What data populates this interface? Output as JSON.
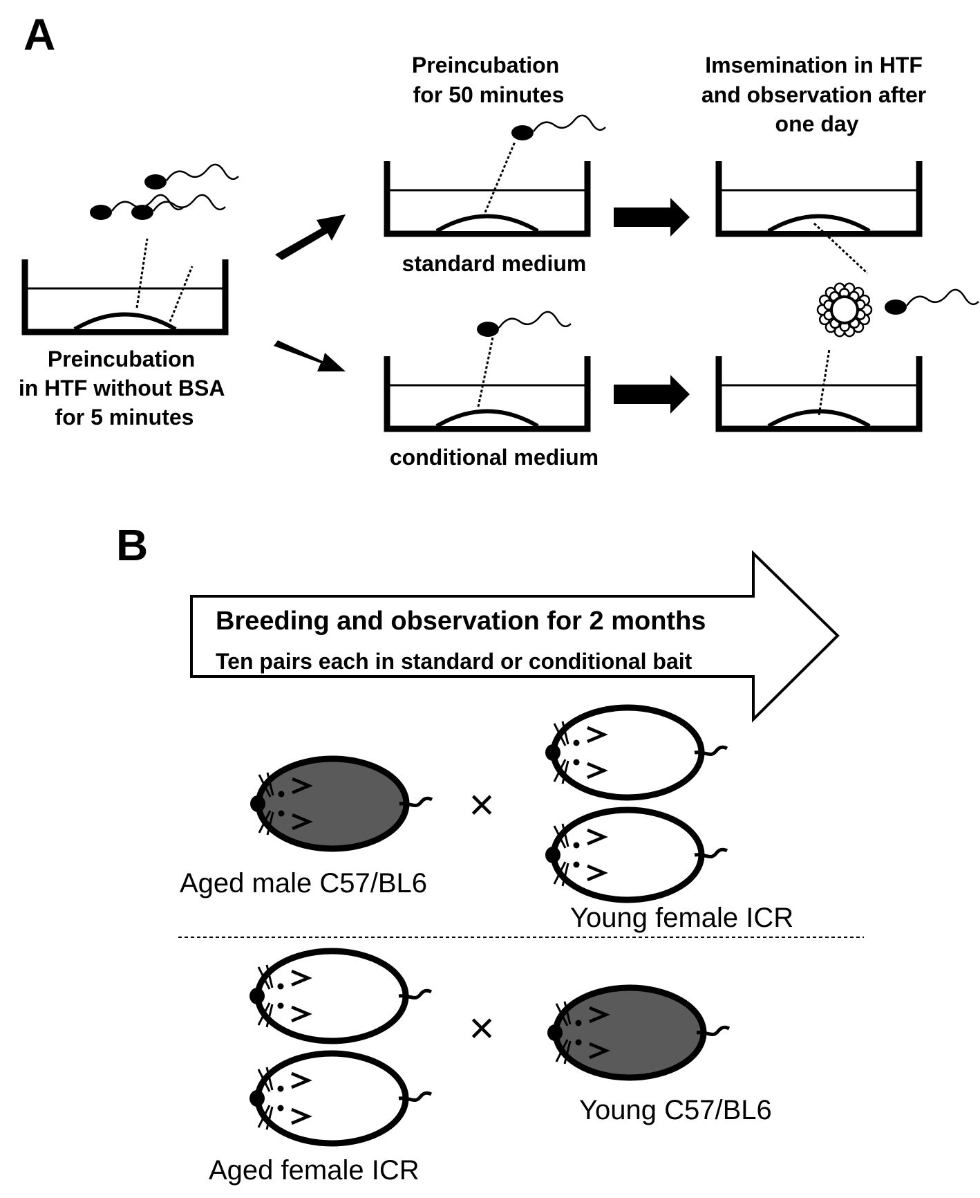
{
  "panel_a": {
    "letter": "A",
    "initial_label": [
      "Preincubation",
      "in HTF without BSA",
      "for 5 minutes"
    ],
    "preincubation_label": [
      "Preincubation",
      "for 50 minutes"
    ],
    "insemination_label": [
      "Imsemination in HTF",
      "and observation after",
      "one  day"
    ],
    "standard_medium": "standard medium",
    "conditional_medium": "conditional medium"
  },
  "panel_b": {
    "letter": "B",
    "arrow_title": "Breeding  and observation for 2 months",
    "arrow_subtitle": "Ten pairs each in standard or conditional bait",
    "cross_symbol": "×",
    "pair1_left_label": "Aged male C57/BL6",
    "pair1_right_label": "Young female ICR",
    "pair2_left_label": "Aged female ICR",
    "pair2_right_label": "Young C57/BL6"
  },
  "colors": {
    "c57_body": "#5a5a5a",
    "icr_body": "#ffffff",
    "ink": "#000000"
  }
}
